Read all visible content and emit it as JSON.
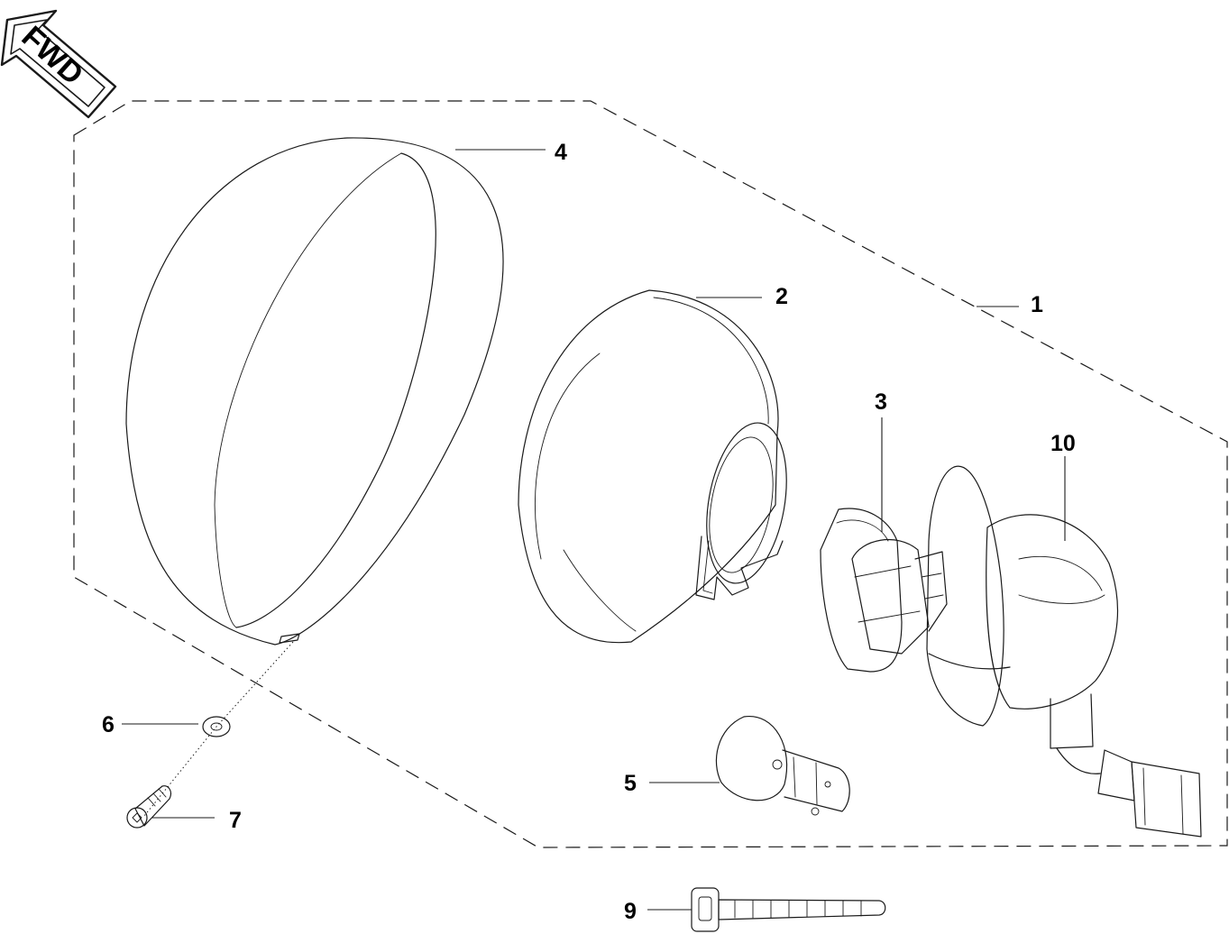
{
  "orientation": {
    "label": "FWD"
  },
  "callouts": [
    {
      "id": "1",
      "label": "1"
    },
    {
      "id": "2",
      "label": "2"
    },
    {
      "id": "3",
      "label": "3"
    },
    {
      "id": "4",
      "label": "4"
    },
    {
      "id": "5",
      "label": "5"
    },
    {
      "id": "6",
      "label": "6"
    },
    {
      "id": "7",
      "label": "7"
    },
    {
      "id": "9",
      "label": "9"
    },
    {
      "id": "10",
      "label": "10"
    }
  ],
  "colors": {
    "line": "#1a1a1a",
    "fill_gray": "#d9d9d9",
    "fill_dark": "#bdbdbd",
    "background": "#ffffff"
  }
}
